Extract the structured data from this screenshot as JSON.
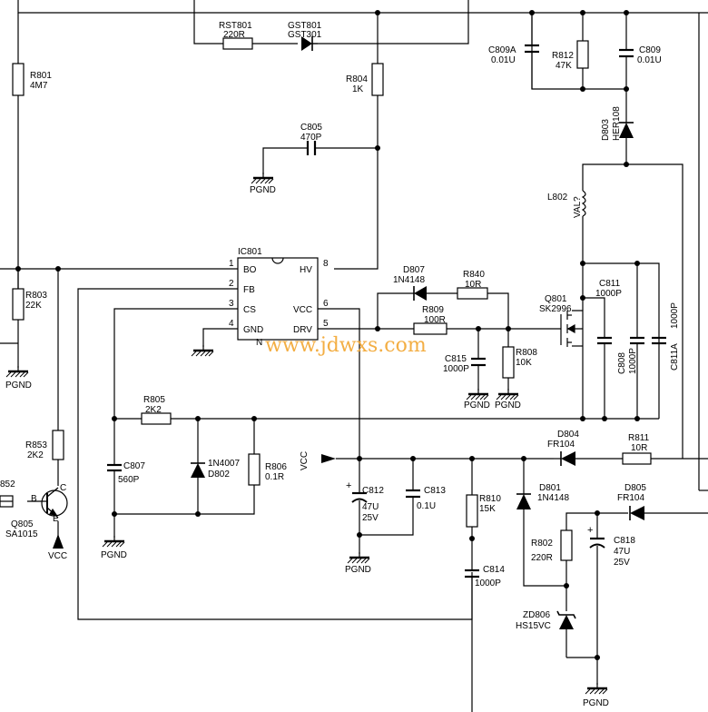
{
  "ic": {
    "ref": "IC801",
    "partial": "N",
    "pins": {
      "bo": "BO",
      "fb": "FB",
      "cs": "CS",
      "gnd": "GND",
      "hv": "HV",
      "vcc": "VCC",
      "drv": "DRV"
    },
    "pin_numbers": {
      "p1": "1",
      "p2": "2",
      "p3": "3",
      "p4": "4",
      "p5": "5",
      "p6": "6",
      "p8": "8"
    }
  },
  "resistors": {
    "rst801": {
      "ref": "RST801",
      "value": "220R"
    },
    "r801": {
      "ref": "R801",
      "value": "4M7"
    },
    "r803": {
      "ref": "R803",
      "value": "22K"
    },
    "r804": {
      "ref": "R804",
      "value": "1K"
    },
    "r805": {
      "ref": "R805",
      "value": "2K2"
    },
    "r806": {
      "ref": "R806",
      "value": "0.1R"
    },
    "r808": {
      "ref": "R808",
      "value": "10K"
    },
    "r809": {
      "ref": "R809",
      "value": "100R"
    },
    "r810": {
      "ref": "R810",
      "value": "15K"
    },
    "r811": {
      "ref": "R811",
      "value": "10R"
    },
    "r812": {
      "ref": "R812",
      "value": "47K"
    },
    "r840": {
      "ref": "R840",
      "value": "10R"
    },
    "r853": {
      "ref": "R853",
      "value": "2K2"
    },
    "r802": {
      "ref": "R802",
      "value": "220R"
    },
    "r852_partial": "852"
  },
  "capacitors": {
    "c805": {
      "ref": "C805",
      "value": "470P"
    },
    "c807": {
      "ref": "C807",
      "value": "560P"
    },
    "c808": {
      "ref": "C808",
      "value": "1000P"
    },
    "c809": {
      "ref": "C809",
      "value": "0.01U"
    },
    "c809a": {
      "ref": "C809A",
      "value": "0.01U"
    },
    "c811": {
      "ref": "C811",
      "value": "1000P"
    },
    "c811a": {
      "ref": "C811A",
      "value": "1000P"
    },
    "c812": {
      "ref": "C812",
      "value": "47U",
      "voltage": "25V"
    },
    "c813": {
      "ref": "C813",
      "value": "0.1U"
    },
    "c814": {
      "ref": "C814",
      "value": "1000P"
    },
    "c815": {
      "ref": "C815",
      "value": "1000P"
    },
    "c818": {
      "ref": "C818",
      "value": "47U",
      "voltage": "25V"
    }
  },
  "diodes": {
    "gst801": {
      "ref": "GST801",
      "value": "GST301"
    },
    "d801": {
      "ref": "D801",
      "value": "1N4148"
    },
    "d802": {
      "ref": "D802",
      "value": "1N4007"
    },
    "d803": {
      "ref": "D803",
      "value": "HER108"
    },
    "d804": {
      "ref": "D804",
      "value": "FR104"
    },
    "d805": {
      "ref": "D805",
      "value": "FR104"
    },
    "d807": {
      "ref": "D807",
      "value": "1N4148"
    },
    "zd806": {
      "ref": "ZD806",
      "value": "HS15VC"
    }
  },
  "inductor": {
    "ref": "L802",
    "value": "VAL?"
  },
  "transistors": {
    "q801": {
      "ref": "Q801",
      "value": "SK2996"
    },
    "q805": {
      "ref": "Q805",
      "value": "SA1015",
      "b": "B",
      "c": "C",
      "e": "E"
    }
  },
  "nets": {
    "pgnd": "PGND",
    "vcc": "VCC"
  },
  "watermark": "www.jdwxs.com"
}
